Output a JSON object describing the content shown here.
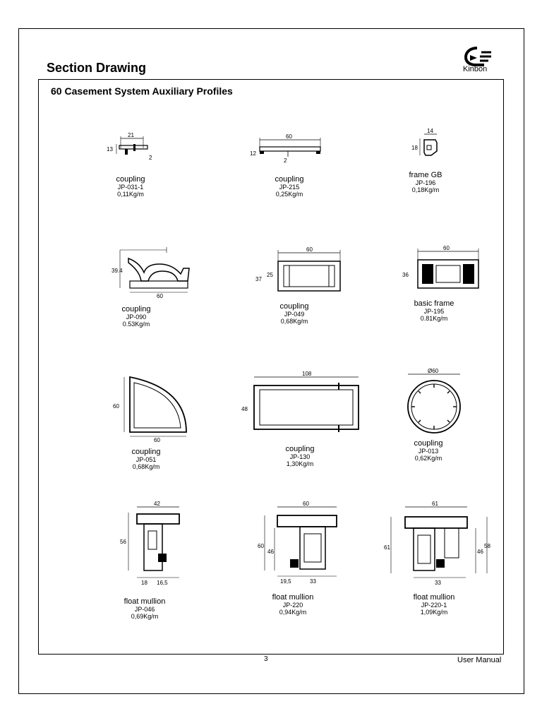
{
  "header": {
    "title": "Section Drawing",
    "brand": "Kinbon"
  },
  "section": {
    "title": "60 Casement System Auxiliary Profiles"
  },
  "profiles": [
    {
      "name": "coupling",
      "code": "JP-031-1",
      "weight": "0,11Kg/m",
      "dims": [
        "21",
        "13",
        "2"
      ]
    },
    {
      "name": "coupling",
      "code": "JP-215",
      "weight": "0,25Kg/m",
      "dims": [
        "60",
        "12",
        "2"
      ]
    },
    {
      "name": "frame GB",
      "code": "JP-196",
      "weight": "0,18Kg/m",
      "dims": [
        "14",
        "18"
      ]
    },
    {
      "name": "coupling",
      "code": "JP-090",
      "weight": "0.53Kg/m",
      "dims": [
        "39.4",
        "60"
      ]
    },
    {
      "name": "coupling",
      "code": "JP-049",
      "weight": "0,68Kg/m",
      "dims": [
        "60",
        "37",
        "25"
      ]
    },
    {
      "name": "basic frame",
      "code": "JP-195",
      "weight": "0.81Kg/m",
      "dims": [
        "60",
        "36"
      ]
    },
    {
      "name": "coupling",
      "code": "JP-051",
      "weight": "0,68Kg/m",
      "dims": [
        "60",
        "60"
      ]
    },
    {
      "name": "coupling",
      "code": "JP-130",
      "weight": "1,30Kg/m",
      "dims": [
        "108",
        "48"
      ]
    },
    {
      "name": "coupling",
      "code": "JP-013",
      "weight": "0,62Kg/m",
      "dims": [
        "Ø60"
      ]
    },
    {
      "name": "float mullion",
      "code": "JP-046",
      "weight": "0,69Kg/m",
      "dims": [
        "42",
        "56",
        "18",
        "16,5"
      ]
    },
    {
      "name": "float mullion",
      "code": "JP-220",
      "weight": "0,94Kg/m",
      "dims": [
        "60",
        "60",
        "46",
        "19,5",
        "33"
      ]
    },
    {
      "name": "float mullion",
      "code": "JP-220-1",
      "weight": "1,09Kg/m",
      "dims": [
        "61",
        "61",
        "46",
        "58",
        "33"
      ]
    }
  ],
  "footer": {
    "page_number": "3",
    "text": "User Manual"
  }
}
